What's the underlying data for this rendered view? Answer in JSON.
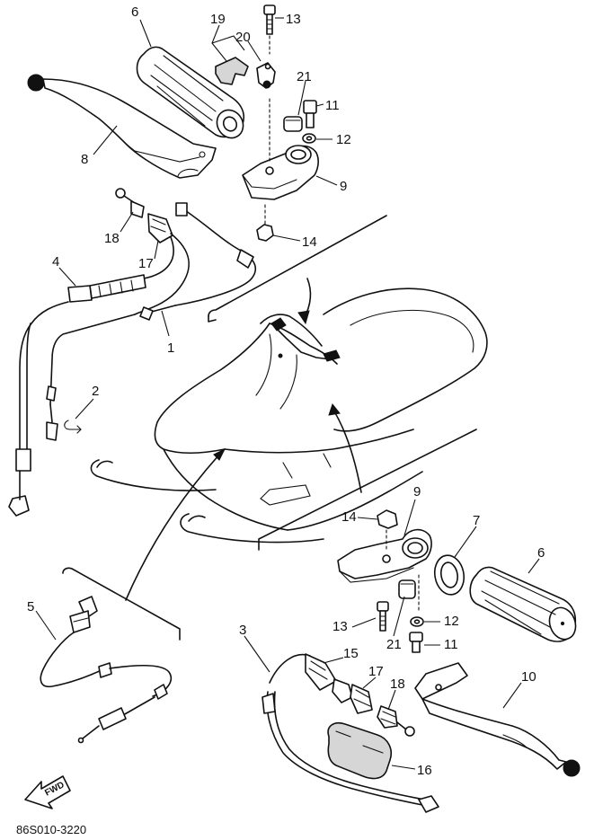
{
  "diagram_code": "86S010-3220",
  "fwd_label": "FWD",
  "callouts": [
    {
      "id": "c6a",
      "text": "6"
    },
    {
      "id": "c19",
      "text": "19"
    },
    {
      "id": "c20",
      "text": "20"
    },
    {
      "id": "c13a",
      "text": "13"
    },
    {
      "id": "c21a",
      "text": "21"
    },
    {
      "id": "c11a",
      "text": "11"
    },
    {
      "id": "c12a",
      "text": "12"
    },
    {
      "id": "c9a",
      "text": "9"
    },
    {
      "id": "c14a",
      "text": "14"
    },
    {
      "id": "c8",
      "text": "8"
    },
    {
      "id": "c18a",
      "text": "18"
    },
    {
      "id": "c17a",
      "text": "17"
    },
    {
      "id": "c4",
      "text": "4"
    },
    {
      "id": "c1",
      "text": "1"
    },
    {
      "id": "c2",
      "text": "2"
    },
    {
      "id": "c9b",
      "text": "9"
    },
    {
      "id": "c14b",
      "text": "14"
    },
    {
      "id": "c7",
      "text": "7"
    },
    {
      "id": "c6b",
      "text": "6"
    },
    {
      "id": "c5",
      "text": "5"
    },
    {
      "id": "c13b",
      "text": "13"
    },
    {
      "id": "c21b",
      "text": "21"
    },
    {
      "id": "c12b",
      "text": "12"
    },
    {
      "id": "c11b",
      "text": "11"
    },
    {
      "id": "c3",
      "text": "3"
    },
    {
      "id": "c15",
      "text": "15"
    },
    {
      "id": "c17b",
      "text": "17"
    },
    {
      "id": "c18b",
      "text": "18"
    },
    {
      "id": "c10",
      "text": "10"
    },
    {
      "id": "c16",
      "text": "16"
    }
  ]
}
